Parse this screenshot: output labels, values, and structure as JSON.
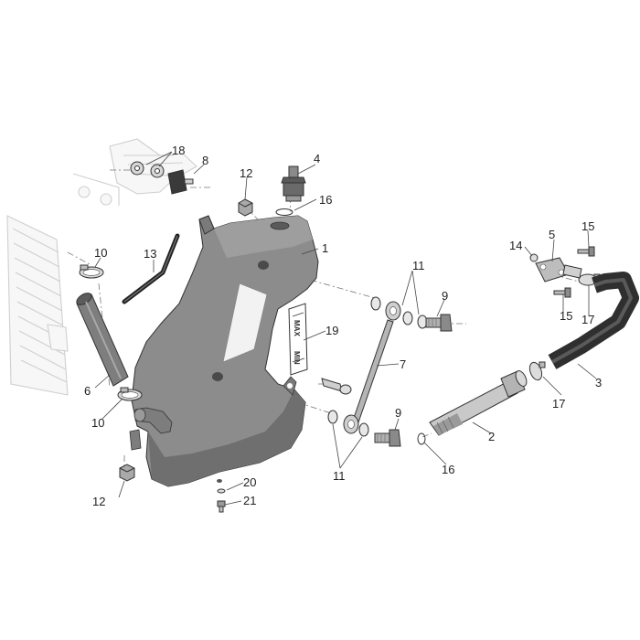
{
  "callouts": {
    "c1": "1",
    "c2": "2",
    "c3": "3",
    "c4": "4",
    "c5": "5",
    "c6": "6",
    "c7": "7",
    "c8": "8",
    "c9a": "9",
    "c9b": "9",
    "c10a": "10",
    "c10b": "10",
    "c11a": "11",
    "c11b": "11",
    "c12a": "12",
    "c12b": "12",
    "c13": "13",
    "c14": "14",
    "c15a": "15",
    "c15b": "15",
    "c16a": "16",
    "c16b": "16",
    "c17a": "17",
    "c17b": "17",
    "c18": "18",
    "c19": "19",
    "c20": "20",
    "c21": "21"
  },
  "level_label": {
    "max": "MAX",
    "min": "MIN"
  },
  "colors": {
    "tank": "#8c8c8c",
    "tank_dark": "#6f6f6f",
    "hose": "#3d3d3d",
    "metal": "#bdbdbd",
    "ghost": "#cfcfcf"
  }
}
